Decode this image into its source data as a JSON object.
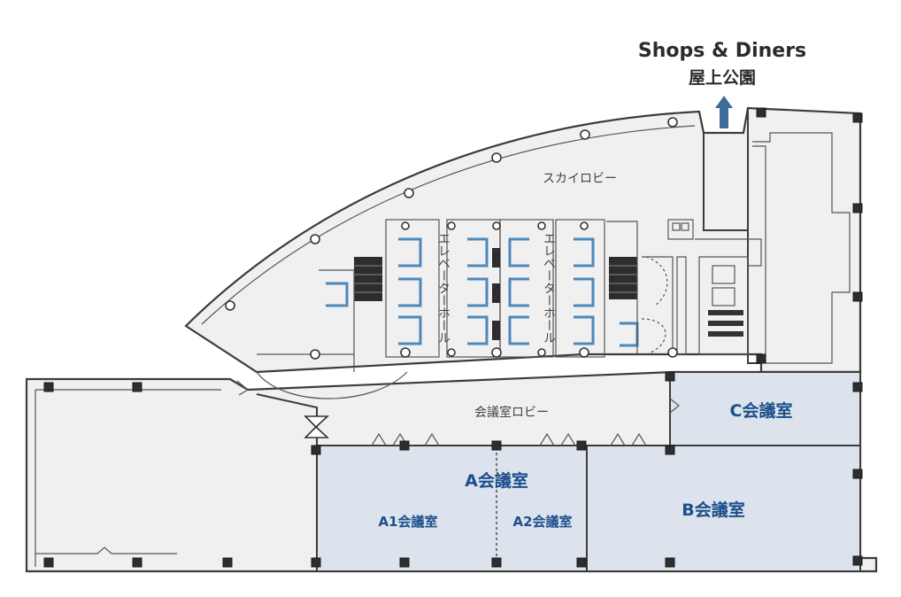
{
  "header": {
    "title_en": "Shops & Diners",
    "title_jp": "屋上公園"
  },
  "areas": {
    "sky_lobby": "スカイロビー",
    "elevator_hall": "エレベーターホール",
    "conference_lobby": "会議室ロビー"
  },
  "rooms": {
    "a": "A会議室",
    "a1": "A1会議室",
    "a2": "A2会議室",
    "b": "B会議室",
    "c": "C会議室"
  },
  "icons": {
    "up": "arrow-up-icon"
  },
  "colors": {
    "floor": "#f0f0f0",
    "room_fill": "#dce3ec",
    "room_text": "#1d4f8c",
    "arrow": "#3f6d99",
    "elevator_blue": "#4e87ba",
    "wall": "#3c3c3c"
  }
}
